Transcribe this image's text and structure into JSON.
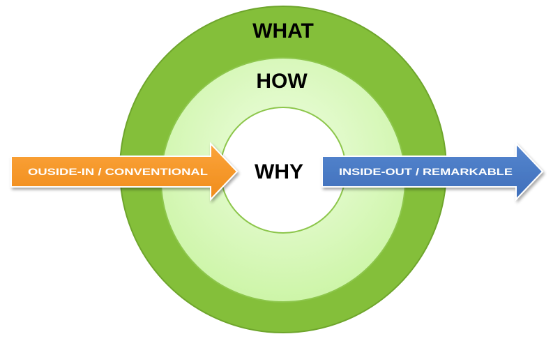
{
  "diagram": {
    "rings": {
      "outer": {
        "label": "WHAT",
        "color": "#84bf3a"
      },
      "middle": {
        "label": "HOW",
        "color": "#d8f7bb"
      },
      "inner": {
        "label": "WHY",
        "color": "#ffffff"
      }
    },
    "arrows": {
      "left": {
        "label": "OUSIDE-IN / CONVENTIONAL",
        "color": "#f79629"
      },
      "right": {
        "label": "INSIDE-OUT / REMARKABLE",
        "color": "#4b7bc4"
      }
    }
  }
}
